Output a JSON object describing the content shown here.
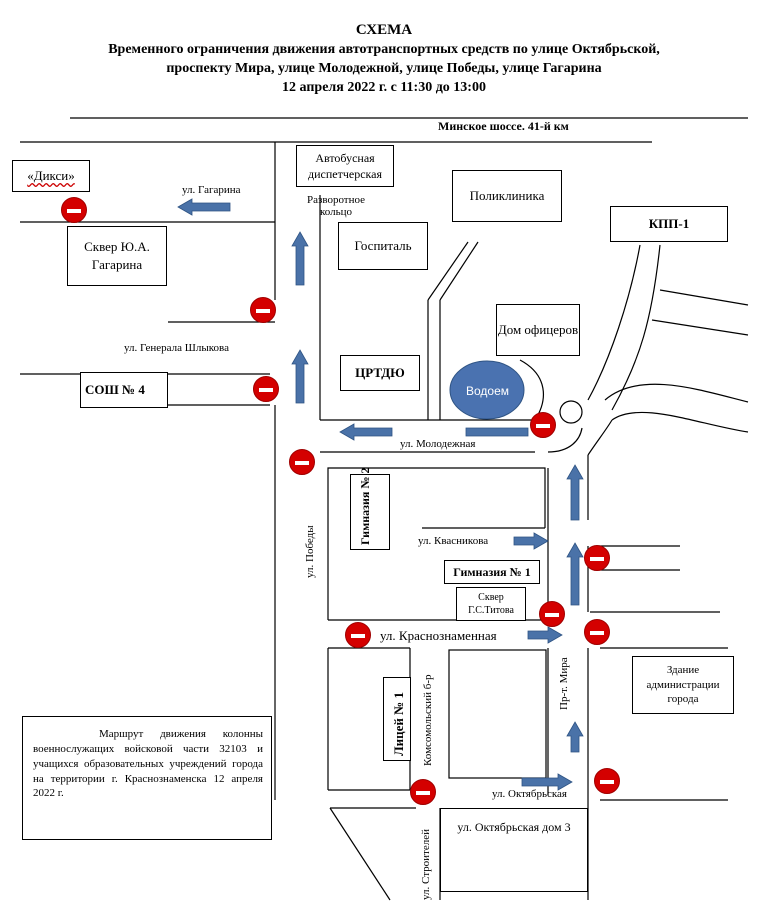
{
  "header": {
    "title": "СХЕМА",
    "line1": "Временного ограничения движения автотранспортных средств по улице Октябрьской,",
    "line2": "проспекту Мира, улице Молодежной, улице Победы, улице Гагарина",
    "line3": "12 апреля 2022 г. с 11:30 до 13:00"
  },
  "labels": {
    "minsk_highway": "Минское шоссе.  41-й км",
    "dixi": "«Дикси»",
    "bus_dispatch": "Автобусная диспетчерская",
    "u_turn": "Разворотное кольцо",
    "polyclinic": "Поликлиника",
    "kpp": "КПП-1",
    "hospital": "Госпиталь",
    "gagarin_square": "Сквер Ю.А. Гагарина",
    "ul_gagarina": "ул. Гагарина",
    "officers_house": "Дом офицеров",
    "shlykova": "ул. Генерала Шлыкова",
    "school4": "СОШ № 4",
    "crtdyu": "ЦРТДЮ",
    "reservoir": "Водоем",
    "molodezhnaya": "ул. Молодежная",
    "gymnasium2": "Гимназия № 2",
    "kvasnikova": "ул. Квасникова",
    "pobedy": "ул. Победы",
    "gymnasium1": "Гимназия № 1",
    "titov_square": "Сквер Г.С.Титова",
    "krasnoznamennaya": "ул. Краснознаменная",
    "admin_building": "Здание администрации города",
    "komsomolsky": "Комсомольский б-р",
    "lyceum1": "Лицей № 1",
    "pr_mira": "Пр-т. Мира",
    "oktyabrskaya": "ул. Октябрьская",
    "oktyabrskaya3": "ул. Октябрьская дом 3",
    "stroiteley": "ул. Строителей"
  },
  "legend": {
    "text": "Маршрут движения колонны военнослужащих войсковой части 32103 и учащихся образовательных учреждений города на территории г. Краснознаменска 12 апреля 2022  г."
  },
  "colors": {
    "arrow": "#4a72a8",
    "no_entry": "#d40000",
    "reservoir": "#4a72b0"
  }
}
